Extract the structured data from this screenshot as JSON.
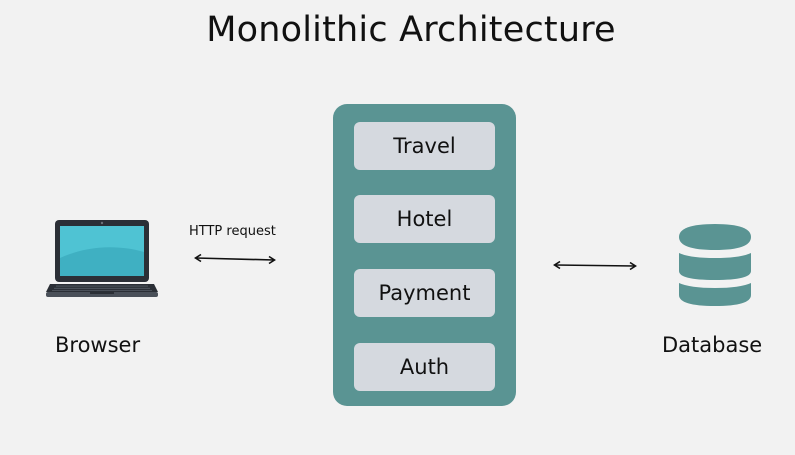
{
  "title": "Monolithic Architecture",
  "client": {
    "label": "Browser",
    "icon": "laptop-icon"
  },
  "request_label": "HTTP request",
  "monolith": {
    "modules": [
      "Travel",
      "Hotel",
      "Payment",
      "Auth"
    ]
  },
  "database": {
    "label": "Database",
    "icon": "database-icon"
  },
  "colors": {
    "background": "#f2f2f2",
    "monolith": "#5a9493",
    "module": "#d5d9df",
    "laptop_screen": "#4fc3d3",
    "database": "#5a9493"
  }
}
